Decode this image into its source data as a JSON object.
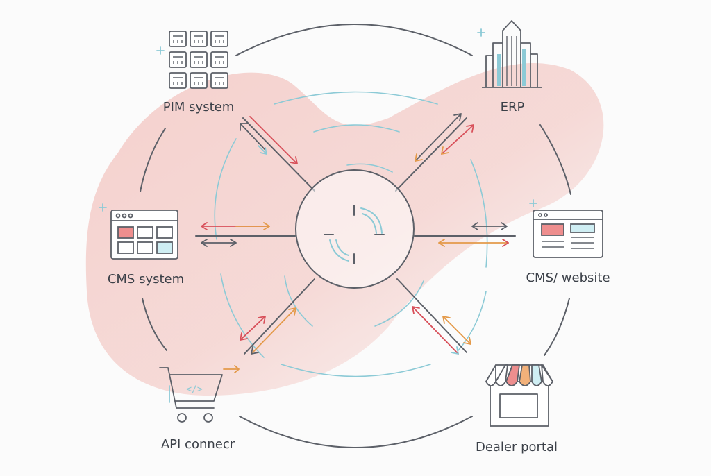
{
  "colors": {
    "line": "#5c6068",
    "teal": "#8ccad6",
    "red": "#d8505a",
    "orange": "#e49a4a",
    "blob": "#f3c6c2",
    "pink_fill": "#ee8e8e",
    "blue_fill": "#cfeef3"
  },
  "nodes": [
    {
      "id": "pim",
      "label": "PIM system",
      "icon": "server-grid-icon"
    },
    {
      "id": "erp",
      "label": "ERP",
      "icon": "building-icon"
    },
    {
      "id": "cms",
      "label": "CMS system",
      "icon": "browser-grid-icon"
    },
    {
      "id": "cms-web",
      "label": "CMS/ website",
      "icon": "browser-layout-icon"
    },
    {
      "id": "api",
      "label": "API connecr",
      "icon": "cart-code-icon"
    },
    {
      "id": "dealer",
      "label": "Dealer portal",
      "icon": "storefront-icon"
    }
  ],
  "hub": {
    "icon": "target-hub-icon"
  },
  "cart_code_glyph": "</>"
}
